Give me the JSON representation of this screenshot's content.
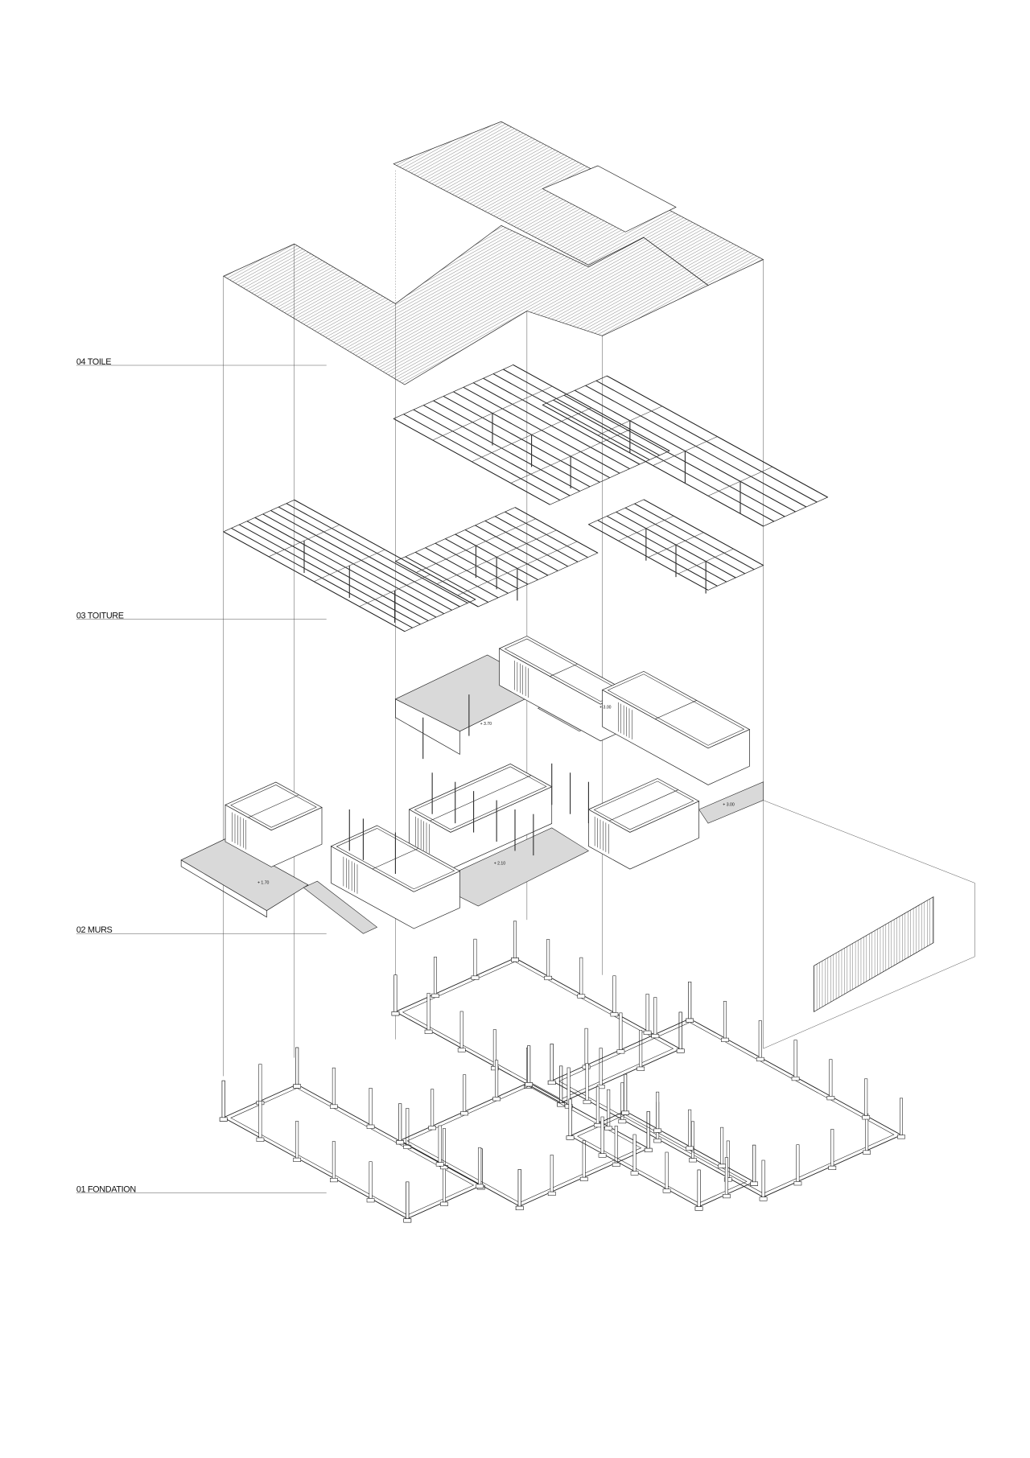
{
  "levels": [
    {
      "label": "04 TOILE"
    },
    {
      "label": "03 TOITURE"
    },
    {
      "label": "02 MURS"
    },
    {
      "label": "01 FONDATION"
    }
  ],
  "elevations": [
    "+ 3.70",
    "+ 3.00",
    "+ 3.00",
    "+ 2.10",
    "+ 1.70"
  ],
  "colors": {
    "line": "#222222",
    "floor": "#d9d9d9",
    "background": "#ffffff"
  }
}
